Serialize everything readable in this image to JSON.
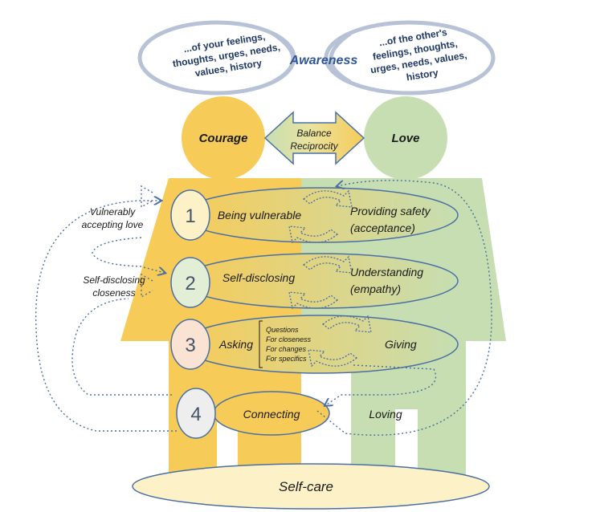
{
  "awareness": {
    "title": "Awareness",
    "left_lines": [
      "...of your feelings,",
      "thoughts, urges, needs,",
      "values, history"
    ],
    "right_lines": [
      "...of the other's",
      "feelings, thoughts,",
      "urges, needs, values,",
      "history"
    ]
  },
  "heads": {
    "courage": "Courage",
    "love": "Love"
  },
  "balance": {
    "line1": "Balance",
    "line2": "Reciprocity"
  },
  "steps": [
    {
      "number": "1",
      "action": "Being vulnerable",
      "response_line1": "Providing safety",
      "response_line2": "(acceptance)"
    },
    {
      "number": "2",
      "action": "Self-disclosing",
      "response_line1": "Understanding",
      "response_line2": "(empathy)"
    },
    {
      "number": "3",
      "action": "Asking",
      "response_line1": "Giving",
      "response_line2": "",
      "sub_items": [
        "Questions",
        "For closeness",
        "For changes",
        "For specifics"
      ]
    },
    {
      "number": "4",
      "action": "Connecting",
      "response_line1": "Loving",
      "response_line2": ""
    }
  ],
  "side_labels": {
    "vulnerably_line1": "Vulnerably",
    "vulnerably_line2": "accepting love",
    "disclosing_line1": "Self-disclosing",
    "disclosing_line2": "closeness"
  },
  "base": {
    "label": "Self-care"
  },
  "colors": {
    "courage": "#f7cb58",
    "love": "#c6deb2",
    "outline": "#4a6fa5",
    "text_dark": "#1f3864",
    "circle1": "#fdf1c7",
    "circle2": "#e3eed6",
    "circle3": "#fae3d3",
    "circle4": "#eeeeee",
    "base_fill": "#fdf1c7"
  }
}
